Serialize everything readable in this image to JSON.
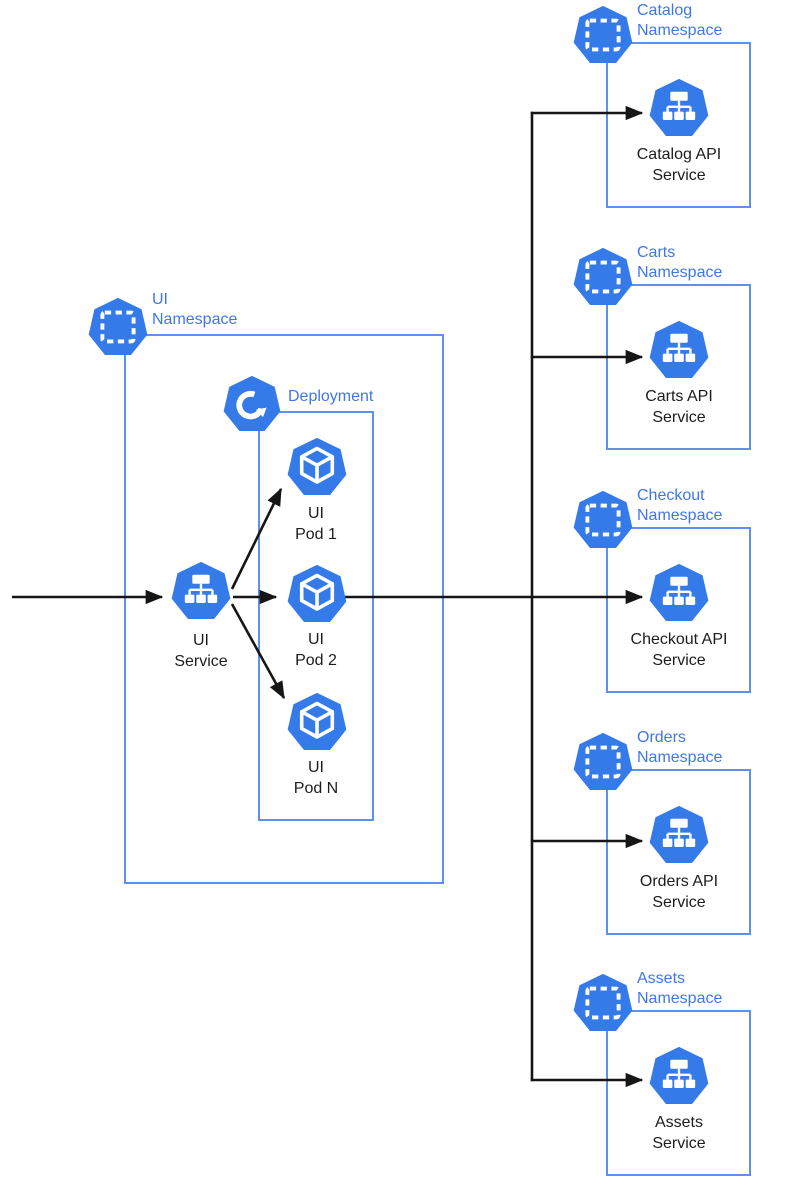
{
  "colors": {
    "icon_blue": "#347AE8",
    "box_border": "#5F91EC",
    "label_blue": "#3F77E6",
    "connector": "#161616",
    "text_dark": "#1C1C1E",
    "background": "#FFFFFF"
  },
  "icon_types": {
    "namespace": "heptagon-dashed-square-icon",
    "deployment": "heptagon-circular-arrow-icon",
    "service": "heptagon-network-tree-icon",
    "pod": "heptagon-cube-icon"
  },
  "ui_namespace": {
    "label": "UI\nNamespace",
    "deployment_label": "Deployment",
    "service_label": "UI\nService",
    "pods": [
      {
        "label": "UI\nPod 1"
      },
      {
        "label": "UI\nPod 2"
      },
      {
        "label": "UI\nPod N"
      }
    ]
  },
  "namespaces": [
    {
      "label": "Catalog\nNamespace",
      "service_label": "Catalog API\nService"
    },
    {
      "label": "Carts\nNamespace",
      "service_label": "Carts API\nService"
    },
    {
      "label": "Checkout\nNamespace",
      "service_label": "Checkout API\nService"
    },
    {
      "label": "Orders\nNamespace",
      "service_label": "Orders API\nService"
    },
    {
      "label": "Assets\nNamespace",
      "service_label": "Assets\nService"
    }
  ]
}
